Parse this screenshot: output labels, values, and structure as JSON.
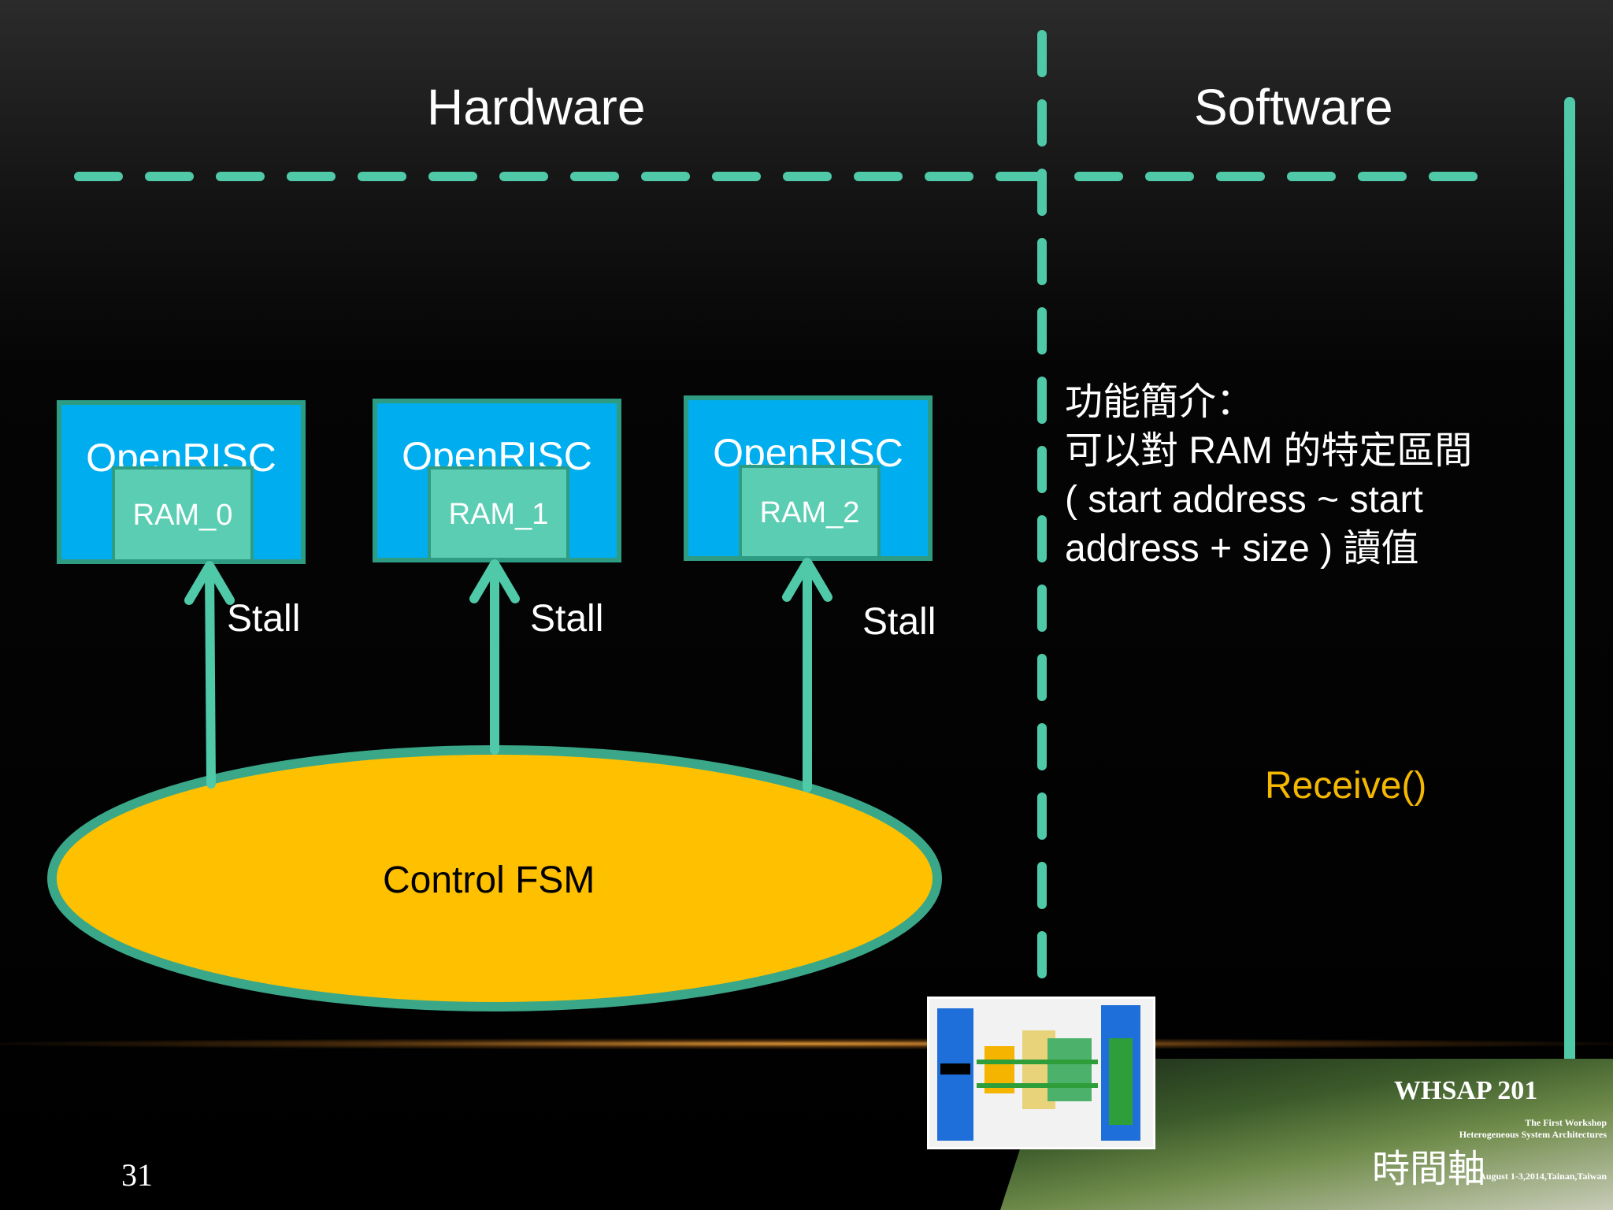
{
  "headings": {
    "hardware": "Hardware",
    "software": "Software"
  },
  "processors": [
    {
      "title": "OpenRISC",
      "ram": "RAM_0",
      "signal": "Stall"
    },
    {
      "title": "OpenRISC",
      "ram": "RAM_1",
      "signal": "Stall"
    },
    {
      "title": "OpenRISC",
      "ram": "RAM_2",
      "signal": "Stall"
    }
  ],
  "fsm": {
    "label": "Control FSM"
  },
  "description": {
    "line1": "功能簡介：",
    "line2": "可以對 RAM 的特定區間",
    "line3": "( start address  ~  start",
    "line4": "address + size ) 讀值"
  },
  "software_call": "Receive()",
  "time_axis_label": "時間軸",
  "slide_number": "31",
  "banner": {
    "title": "WHSAP  201",
    "subtitle1": "The First Workshop",
    "subtitle2": "Heterogeneous System Architectures",
    "date": "August 1-3,2014,Tainan,Taiwan"
  },
  "colors": {
    "accent_teal": "#4fc9a8",
    "box_blue": "#00aeef",
    "ram_green": "#5bcdb3",
    "fsm_fill": "#ffc000",
    "receive_text": "#f5b800"
  },
  "icons": [
    "arrow-up-icon",
    "arrow-down-icon",
    "architecture-diagram-thumbnail",
    "garden-photo"
  ]
}
